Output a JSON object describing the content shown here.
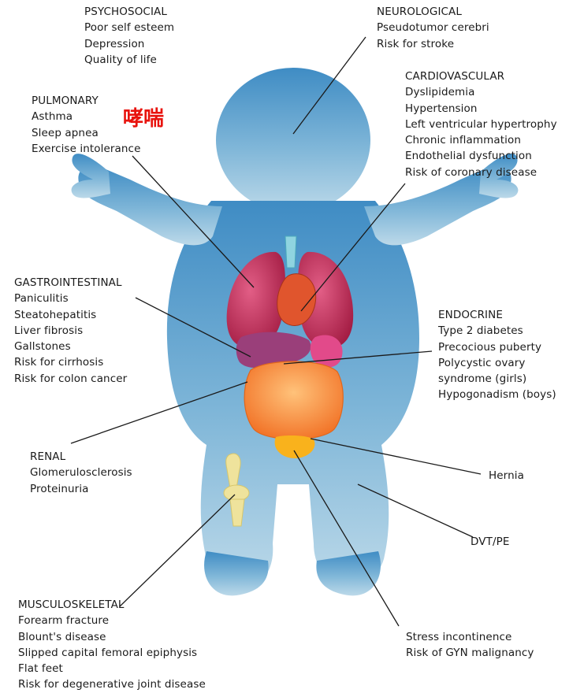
{
  "colors": {
    "silhouette_top": "#3f8cc4",
    "silhouette_bottom": "#bcd9e9",
    "leader_line": "#1a1a1a",
    "annotation": "#e8130d",
    "lung": "#c72a56",
    "liver": "#9a3f7a",
    "intestine": "#f58a2a",
    "bone": "#efe39c"
  },
  "categories": {
    "psychosocial": {
      "title": "PSYCHOSOCIAL",
      "items": [
        "Poor self esteem",
        "Depression",
        "Quality of life"
      ]
    },
    "neurological": {
      "title": "NEUROLOGICAL",
      "items": [
        "Pseudotumor cerebri",
        "Risk for stroke"
      ]
    },
    "cardiovascular": {
      "title": "CARDIOVASCULAR",
      "items": [
        "Dyslipidemia",
        "Hypertension",
        "Left ventricular hypertrophy",
        "Chronic inflammation",
        "Endothelial dysfunction",
        "Risk of coronary disease"
      ]
    },
    "pulmonary": {
      "title": "PULMONARY",
      "items": [
        "Asthma",
        "Sleep apnea",
        "Exercise intolerance"
      ]
    },
    "gastrointestinal": {
      "title": "GASTROINTESTINAL",
      "items": [
        "Paniculitis",
        "Steatohepatitis",
        "Liver fibrosis",
        "Gallstones",
        "Risk for cirrhosis",
        "Risk for colon cancer"
      ]
    },
    "endocrine": {
      "title": "ENDOCRINE",
      "items": [
        "Type 2 diabetes",
        "Precocious puberty",
        "Polycystic ovary",
        "syndrome (girls)",
        "Hypogonadism (boys)"
      ]
    },
    "renal": {
      "title": "RENAL",
      "items": [
        "Glomerulosclerosis",
        "Proteinuria"
      ]
    },
    "hernia": {
      "title": "Hernia",
      "items": []
    },
    "dvt": {
      "title": "DVT/PE",
      "items": []
    },
    "musculoskeletal": {
      "title": "MUSCULOSKELETAL",
      "items": [
        "Forearm fracture",
        "Blount's disease",
        "Slipped capital femoral epiphysis",
        "Flat feet",
        "Risk for degenerative joint disease"
      ]
    },
    "gyn": {
      "title": "",
      "items": [
        "Stress incontinence",
        "Risk of GYN malignancy"
      ]
    }
  },
  "annotation": {
    "text": "哮喘",
    "target": "pulmonary"
  }
}
